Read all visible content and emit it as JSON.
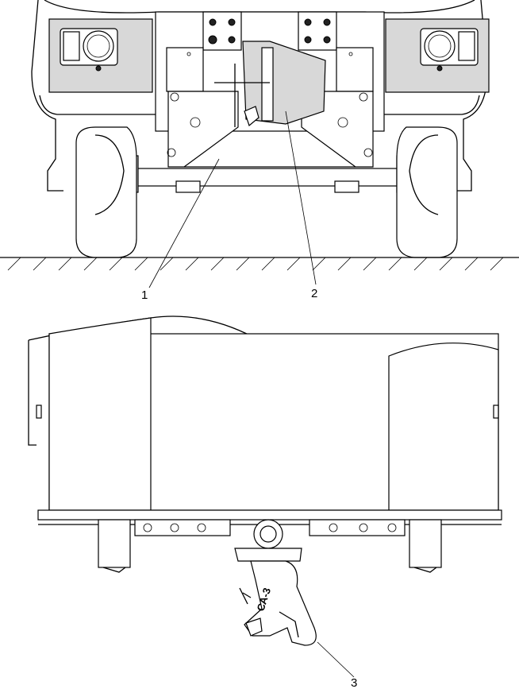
{
  "callouts": [
    {
      "id": "1",
      "text": "1"
    },
    {
      "id": "2",
      "text": "2"
    },
    {
      "id": "3",
      "text": "3"
    }
  ],
  "coupler_marking": "СА-3"
}
